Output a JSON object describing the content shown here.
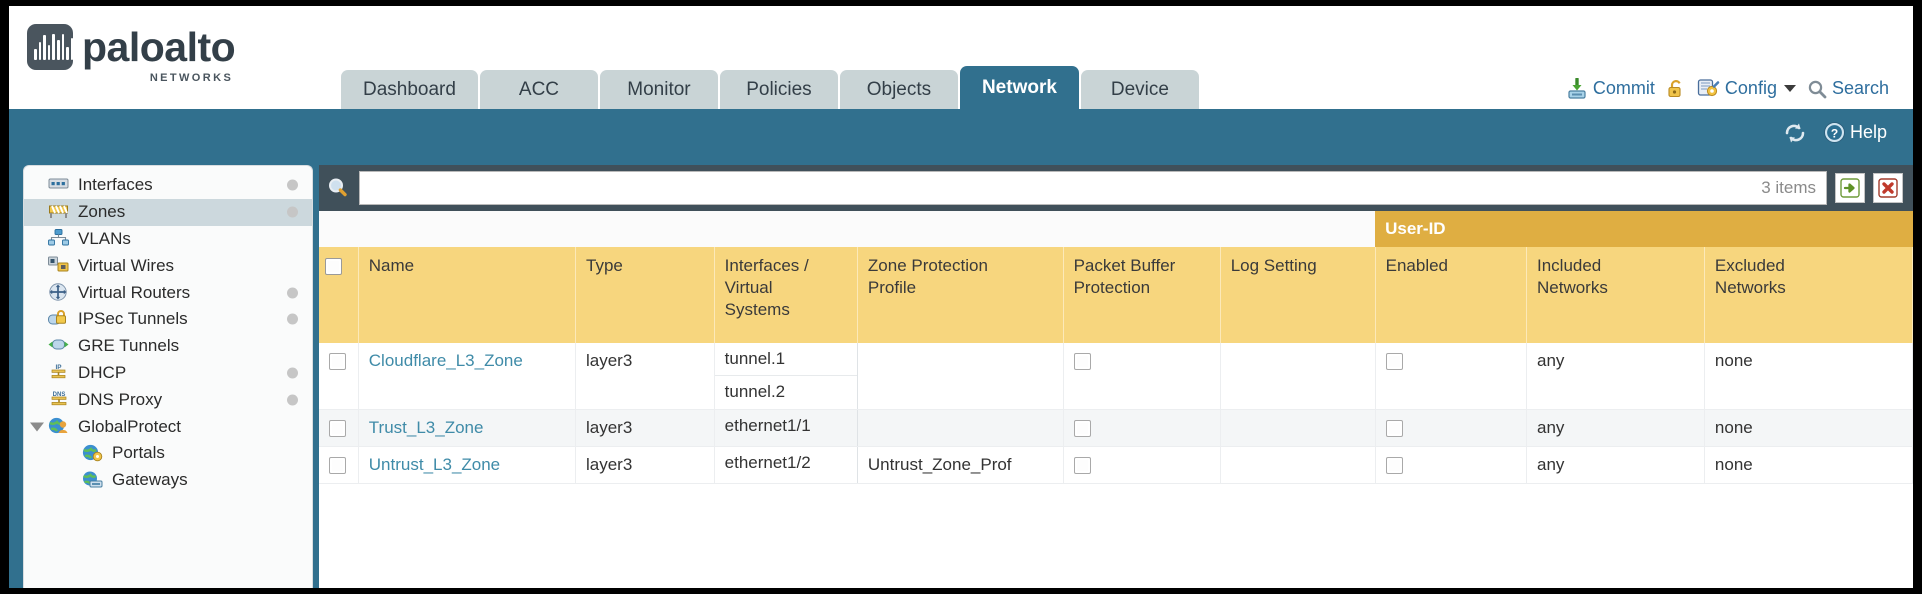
{
  "brand": {
    "name": "paloalto",
    "tagline": "NETWORKS",
    "registered": "®"
  },
  "nav": {
    "tabs": [
      {
        "label": "Dashboard",
        "active": false
      },
      {
        "label": "ACC",
        "active": false
      },
      {
        "label": "Monitor",
        "active": false
      },
      {
        "label": "Policies",
        "active": false
      },
      {
        "label": "Objects",
        "active": false
      },
      {
        "label": "Network",
        "active": true
      },
      {
        "label": "Device",
        "active": false
      }
    ]
  },
  "header_actions": {
    "commit": "Commit",
    "config": "Config",
    "search": "Search"
  },
  "blue_bar": {
    "help": "Help"
  },
  "sidebar": {
    "items": [
      {
        "label": "Interfaces",
        "icon": "interfaces-icon",
        "dot": true,
        "selected": false,
        "indent": false,
        "twisty": false
      },
      {
        "label": "Zones",
        "icon": "zones-icon",
        "dot": true,
        "selected": true,
        "indent": false,
        "twisty": false
      },
      {
        "label": "VLANs",
        "icon": "vlans-icon",
        "dot": false,
        "selected": false,
        "indent": false,
        "twisty": false
      },
      {
        "label": "Virtual Wires",
        "icon": "virtual-wires-icon",
        "dot": false,
        "selected": false,
        "indent": false,
        "twisty": false
      },
      {
        "label": "Virtual Routers",
        "icon": "virtual-routers-icon",
        "dot": true,
        "selected": false,
        "indent": false,
        "twisty": false
      },
      {
        "label": "IPSec Tunnels",
        "icon": "ipsec-tunnels-icon",
        "dot": true,
        "selected": false,
        "indent": false,
        "twisty": false
      },
      {
        "label": "GRE Tunnels",
        "icon": "gre-tunnels-icon",
        "dot": false,
        "selected": false,
        "indent": false,
        "twisty": false
      },
      {
        "label": "DHCP",
        "icon": "dhcp-icon",
        "dot": true,
        "selected": false,
        "indent": false,
        "twisty": false
      },
      {
        "label": "DNS Proxy",
        "icon": "dns-proxy-icon",
        "dot": true,
        "selected": false,
        "indent": false,
        "twisty": false
      },
      {
        "label": "GlobalProtect",
        "icon": "globalprotect-icon",
        "dot": false,
        "selected": false,
        "indent": false,
        "twisty": true
      },
      {
        "label": "Portals",
        "icon": "portals-icon",
        "dot": false,
        "selected": false,
        "indent": true,
        "twisty": false
      },
      {
        "label": "Gateways",
        "icon": "gateways-icon",
        "dot": false,
        "selected": false,
        "indent": true,
        "twisty": false
      }
    ]
  },
  "toolbar": {
    "search_value": "",
    "search_placeholder": "",
    "items_count": "3 items",
    "apply_icon": "arrow-right-icon",
    "clear_icon": "red-x-icon"
  },
  "table": {
    "group_header": "User-ID",
    "columns": [
      "Name",
      "Type",
      "Interfaces / Virtual Systems",
      "Zone Protection Profile",
      "Packet Buffer Protection",
      "Log Setting",
      "Enabled",
      "Included Networks",
      "Excluded Networks"
    ],
    "rows": [
      {
        "name": "Cloudflare_L3_Zone",
        "type": "layer3",
        "interfaces": [
          "tunnel.1",
          "tunnel.2"
        ],
        "zone_protection_profile": "",
        "packet_buffer_protection": false,
        "log_setting": "",
        "userid_enabled": false,
        "included_networks": "any",
        "excluded_networks": "none"
      },
      {
        "name": "Trust_L3_Zone",
        "type": "layer3",
        "interfaces": [
          "ethernet1/1"
        ],
        "zone_protection_profile": "",
        "packet_buffer_protection": false,
        "log_setting": "",
        "userid_enabled": false,
        "included_networks": "any",
        "excluded_networks": "none"
      },
      {
        "name": "Untrust_L3_Zone",
        "type": "layer3",
        "interfaces": [
          "ethernet1/2"
        ],
        "zone_protection_profile": "Untrust_Zone_Prof",
        "packet_buffer_protection": false,
        "log_setting": "",
        "userid_enabled": false,
        "included_networks": "any",
        "excluded_networks": "none"
      }
    ]
  },
  "colors": {
    "brand_blue": "#31708e",
    "header_yellow": "#f7d67e",
    "group_yellow": "#dfae42",
    "link_blue": "#3f8ba8",
    "panel_dark": "#40505a"
  }
}
